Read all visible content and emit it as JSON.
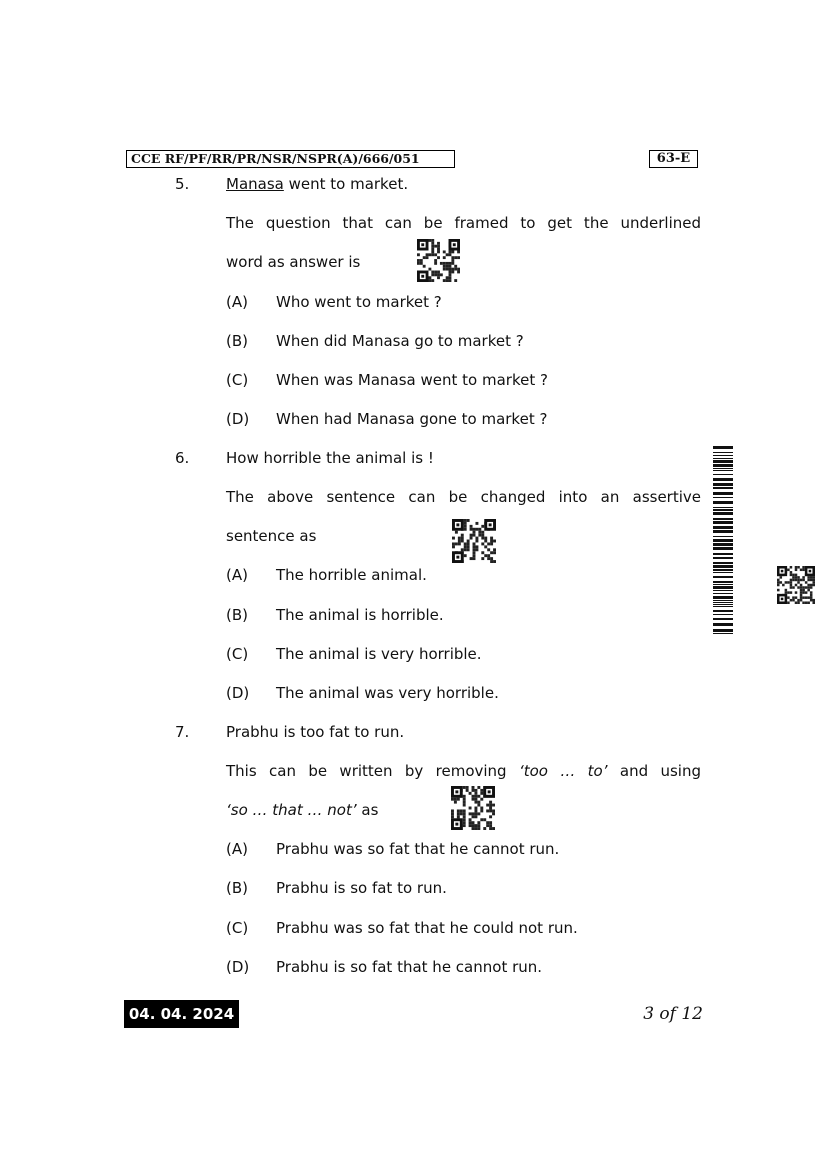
{
  "header": {
    "code": "CCE RF/PF/RR/PR/NSR/NSPR(A)/666/051",
    "paper": "63-E"
  },
  "questions": [
    {
      "number": "5.",
      "stem": {
        "underlined": "Manasa",
        "rest": " went to market."
      },
      "prompt": [
        "The question that can be framed to get the underlined",
        "word as answer is"
      ],
      "options": [
        {
          "label": "(A)",
          "text": "Who went to market ?"
        },
        {
          "label": "(B)",
          "text": "When did Manasa go to market ?"
        },
        {
          "label": "(C)",
          "text": "When was Manasa went to market ?"
        },
        {
          "label": "(D)",
          "text": "When had Manasa gone to market ?"
        }
      ]
    },
    {
      "number": "6.",
      "stem": "How horrible the animal is !",
      "prompt": [
        "The above sentence can be changed into an assertive",
        "sentence as"
      ],
      "options": [
        {
          "label": "(A)",
          "text": "The horrible animal."
        },
        {
          "label": "(B)",
          "text": "The animal is horrible."
        },
        {
          "label": "(C)",
          "text": "The animal is very horrible."
        },
        {
          "label": "(D)",
          "text": "The animal was very horrible."
        }
      ]
    },
    {
      "number": "7.",
      "stem": "Prabhu is too fat to run.",
      "prompt": {
        "line1_a": "This can be written by removing",
        "line1_italic": "‘too … to’",
        "line1_b": "and using",
        "line2_italic": "‘so … that … not’",
        "line2_b": " as"
      },
      "options": [
        {
          "label": "(A)",
          "text": "Prabhu was so fat that he cannot run."
        },
        {
          "label": "(B)",
          "text": "Prabhu is so fat to run."
        },
        {
          "label": "(C)",
          "text": "Prabhu was so fat that he could not run."
        },
        {
          "label": "(D)",
          "text": "Prabhu is so fat that he cannot run."
        }
      ]
    }
  ],
  "footer": {
    "date": "04. 04. 2024",
    "page": "3 of 12"
  },
  "icons": {
    "qr": "qr-code-icon",
    "barcode": "barcode-icon"
  }
}
